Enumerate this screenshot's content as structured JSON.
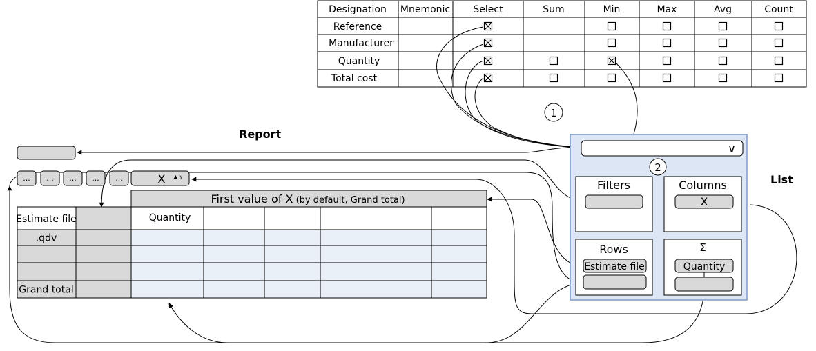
{
  "field_table": {
    "headers": [
      "Designation",
      "Mnemonic",
      "Select",
      "Sum",
      "Min",
      "Max",
      "Avg",
      "Count"
    ],
    "rows": [
      {
        "designation": "Reference",
        "checks": [
          "checked",
          "none",
          "unchecked",
          "unchecked",
          "unchecked",
          "unchecked"
        ]
      },
      {
        "designation": "Manufacturer",
        "checks": [
          "checked",
          "none",
          "unchecked",
          "unchecked",
          "unchecked",
          "unchecked"
        ]
      },
      {
        "designation": "Quantity",
        "checks": [
          "checked",
          "unchecked",
          "checked",
          "unchecked",
          "unchecked",
          "unchecked"
        ]
      },
      {
        "designation": "Total cost",
        "checks": [
          "checked",
          "unchecked",
          "unchecked",
          "unchecked",
          "unchecked",
          "unchecked"
        ]
      }
    ]
  },
  "markers": {
    "step1": "1",
    "step2": "2"
  },
  "labels": {
    "report": "Report",
    "list": "List"
  },
  "list_panel": {
    "dropdown_glyph": "∨",
    "filters_title": "Filters",
    "columns_title": "Columns",
    "columns_chip": "X",
    "rows_title": "Rows",
    "rows_chip": "Estimate file",
    "sigma_title": "Σ",
    "sigma_chip": "Quantity"
  },
  "report": {
    "ellipsis_buttons": [
      "...",
      "...",
      "...",
      "...",
      "..."
    ],
    "x_dropdown_label": "X",
    "x_dropdown_sort": "▲ ʏ",
    "pivot_header_main": "First value of X",
    "pivot_header_note": " (by default, Grand total)",
    "row_header_label": "Estimate file",
    "col_quantity": "Quantity",
    "row_labels": [
      ".qdv",
      "",
      "",
      "Grand total"
    ]
  },
  "colors": {
    "line": "#000000",
    "gray_fill": "#d9d9d9",
    "panel_bg": "#dde6f4",
    "panel_border": "#7f9bc8",
    "cell_blue": "#eaf0f8"
  }
}
